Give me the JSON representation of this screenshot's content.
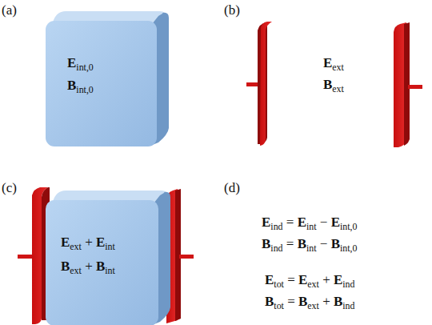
{
  "diagram": {
    "nodes": [
      {
        "text": [
          "Eint,0",
          "Bint,0"
        ]
      },
      {
        "text": [
          "Eext + Eint",
          "Bext + Bint"
        ]
      }
    ],
    "labels": [
      "(a)",
      "(b)",
      "(c)",
      "(d)",
      "Eext",
      "Bext",
      "Eind = Eint − Eint,0",
      "Bind = Bint − Bint,0",
      "Etot = Eext + Eind",
      "Btot = Bext + Bind"
    ]
  }
}
